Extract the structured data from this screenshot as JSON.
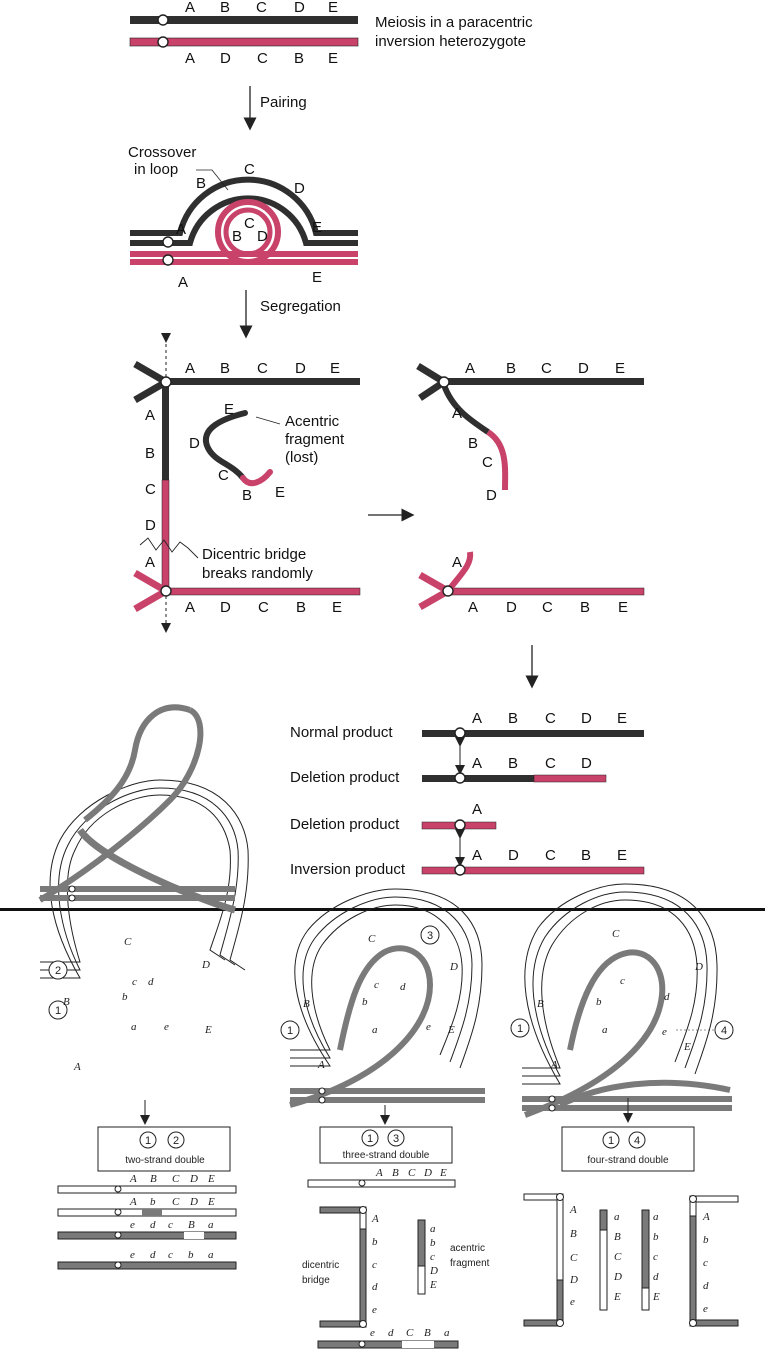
{
  "colors": {
    "maternal": "#2f2f2f",
    "paternal": "#c8426a",
    "outline": "#222222",
    "shaded": "#7a7a7a"
  },
  "top": {
    "caption_line1": "Meiosis in a paracentric",
    "caption_line2": "inversion heterozygote",
    "upper_genes": [
      "A",
      "B",
      "C",
      "D",
      "E"
    ],
    "lower_genes": [
      "A",
      "D",
      "C",
      "B",
      "E"
    ],
    "pairing_label": "Pairing",
    "crossover_line1": "Crossover",
    "crossover_line2": "in loop",
    "loop_outer_labels": [
      "A",
      "B",
      "C",
      "D",
      "E"
    ],
    "loop_inner_labels": [
      "B",
      "C",
      "D"
    ],
    "loop_lower_labels": [
      "A",
      "E"
    ],
    "segregation_label": "Segregation",
    "anaphase_upper_genes": [
      "A",
      "B",
      "C",
      "D",
      "E"
    ],
    "bridge_labels": [
      "A",
      "B",
      "C",
      "D",
      "A"
    ],
    "acentric_letters": [
      "E",
      "D",
      "C",
      "B",
      "E"
    ],
    "acentric_line1": "Acentric",
    "acentric_line2": "fragment",
    "acentric_line3": "(lost)",
    "bridge_line1": "Dicentric bridge",
    "bridge_line2": "breaks randomly",
    "anaphase_lower_genes": [
      "A",
      "D",
      "C",
      "B",
      "E"
    ],
    "right_upper_genes": [
      "A",
      "B",
      "C",
      "D",
      "E"
    ],
    "right_arm_labels": [
      "A",
      "B",
      "C",
      "D"
    ],
    "right_small_label": "A",
    "right_lower_genes": [
      "A",
      "D",
      "C",
      "B",
      "E"
    ],
    "products": [
      {
        "label": "Normal product",
        "genes": [
          "A",
          "B",
          "C",
          "D",
          "E"
        ]
      },
      {
        "label": "Deletion product",
        "genes": [
          "A",
          "B",
          "C",
          "D"
        ]
      },
      {
        "label": "Deletion product",
        "genes": [
          "A"
        ]
      },
      {
        "label": "Inversion product",
        "genes": [
          "A",
          "D",
          "C",
          "B",
          "E"
        ]
      }
    ]
  },
  "bottom": {
    "panels": [
      {
        "crossovers": [
          "2",
          "1"
        ],
        "upper_letters": [
          "A",
          "B",
          "C",
          "D",
          "E"
        ],
        "lower_letters": [
          "a",
          "b",
          "c",
          "d",
          "e"
        ],
        "box_numbers": [
          "1",
          "2"
        ],
        "box_label": "two-strand double",
        "strands": [
          [
            "A",
            "B",
            "C",
            "D",
            "E"
          ],
          [
            "A",
            "b",
            "C",
            "D",
            "E"
          ],
          [
            "e",
            "d",
            "c",
            "B",
            "a"
          ],
          [
            "e",
            "d",
            "c",
            "b",
            "a"
          ]
        ]
      },
      {
        "crossovers": [
          "3",
          "1"
        ],
        "upper_letters": [
          "A",
          "B",
          "C",
          "D",
          "E"
        ],
        "lower_letters": [
          "a",
          "b",
          "c",
          "d",
          "e"
        ],
        "box_numbers": [
          "1",
          "3"
        ],
        "box_label": "three-strand double",
        "top_strand": [
          "A",
          "B",
          "C",
          "D",
          "E"
        ],
        "dicentric_label1": "dicentric",
        "dicentric_label2": "bridge",
        "bridge_letters": [
          "A",
          "b",
          "c",
          "d",
          "e"
        ],
        "fragment_letters": [
          "a",
          "b",
          "c",
          "D",
          "E"
        ],
        "acentric_label1": "acentric",
        "acentric_label2": "fragment",
        "bottom_strand": [
          "e",
          "d",
          "C",
          "B",
          "a"
        ]
      },
      {
        "crossovers": [
          "1",
          "4"
        ],
        "upper_letters": [
          "A",
          "B",
          "C",
          "D",
          "E"
        ],
        "lower_letters": [
          "a",
          "b",
          "c",
          "d",
          "e"
        ],
        "box_numbers": [
          "1",
          "4"
        ],
        "box_label": "four-strand double",
        "col1": [
          "A",
          "B",
          "C",
          "D",
          "e"
        ],
        "col2": [
          "a",
          "B",
          "C",
          "D",
          "E"
        ],
        "col3": [
          "a",
          "b",
          "c",
          "d",
          "E"
        ],
        "col4": [
          "A",
          "b",
          "c",
          "d",
          "e"
        ]
      }
    ]
  }
}
